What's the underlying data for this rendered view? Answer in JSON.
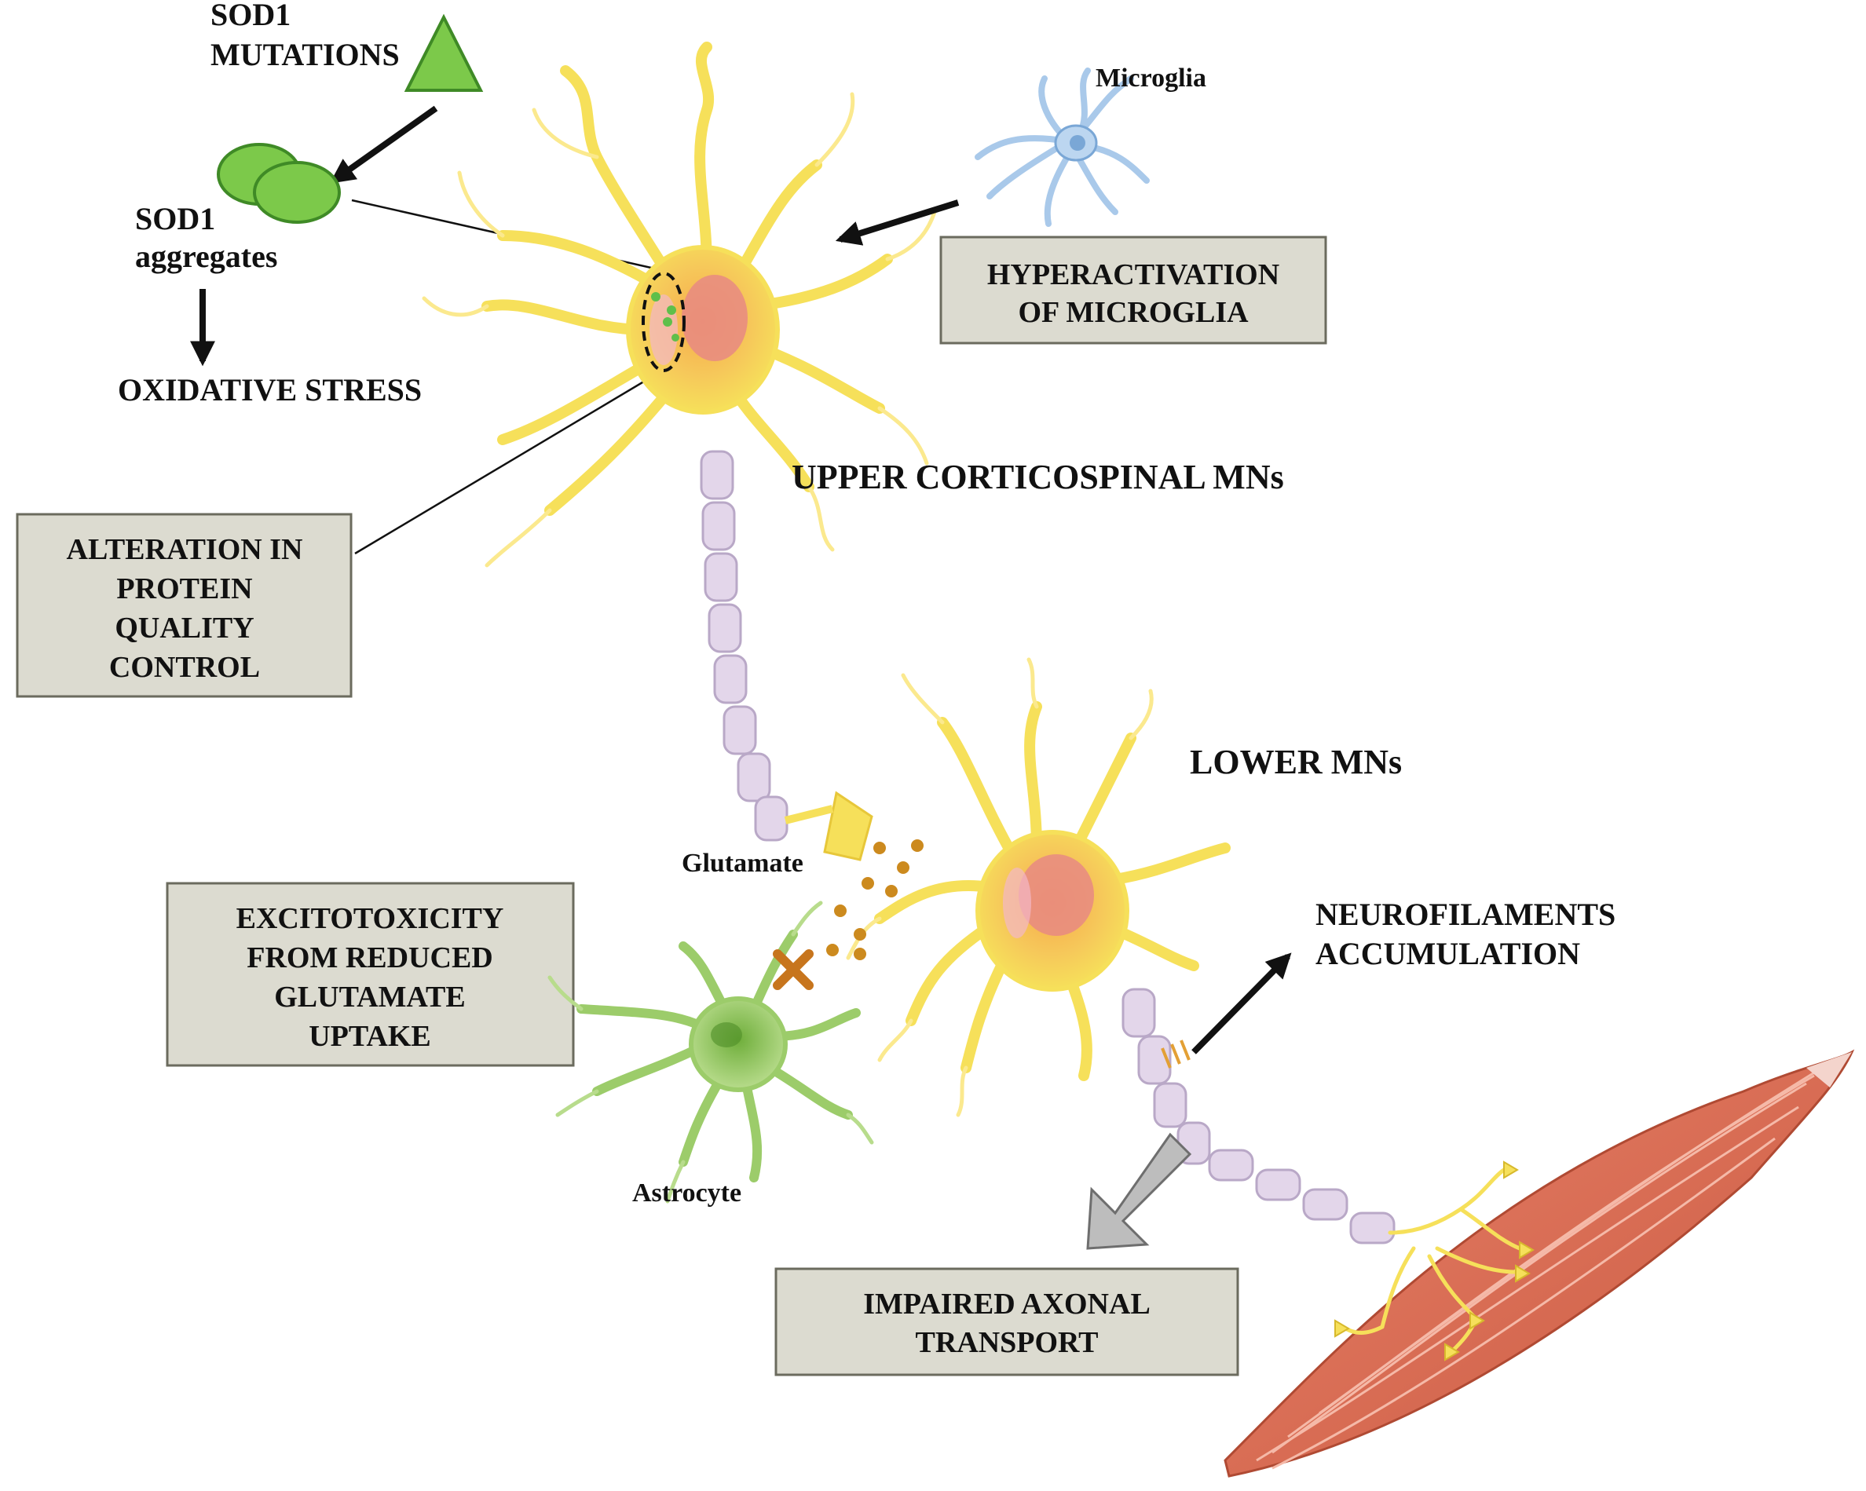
{
  "labels": {
    "sod1_mutations_line1": "SOD1",
    "sod1_mutations_line2": "MUTATIONS",
    "sod1_aggregates_line1": "SOD1",
    "sod1_aggregates_line2": "aggregates",
    "oxidative_stress": "OXIDATIVE STRESS",
    "microglia": "Microglia",
    "upper_mns": "UPPER CORTICOSPINAL MNs",
    "lower_mns": "LOWER MNs",
    "glutamate": "Glutamate",
    "astrocyte": "Astrocyte",
    "neurofilaments_line1": "NEUROFILAMENTS",
    "neurofilaments_line2": "ACCUMULATION"
  },
  "boxes": {
    "microglia_box": [
      "HYPERACTIVATION",
      "OF MICROGLIA"
    ],
    "protein_box": [
      "ALTERATION IN",
      "PROTEIN",
      "QUALITY",
      "CONTROL"
    ],
    "excito_box": [
      "EXCITOTOXICITY",
      "FROM REDUCED",
      "GLUTAMATE",
      "UPTAKE"
    ],
    "axonal_box": [
      "IMPAIRED AXONAL",
      "TRANSPORT"
    ]
  },
  "colors": {
    "box_fill": "#dcdbd0",
    "box_border": "#6b6b5e",
    "neuron_yellow": "#f6e05a",
    "neuron_orange": "#f4b545",
    "axon_lavender": "#e3d6ea",
    "sod1_green": "#7cc94a",
    "astrocyte_green": "#9ccc6a",
    "microglia_blue": "#a9c9ea",
    "muscle_red": "#dd7358",
    "glutamate_dot": "#cc8a1e",
    "gray_arrow": "#bdbdbd"
  }
}
